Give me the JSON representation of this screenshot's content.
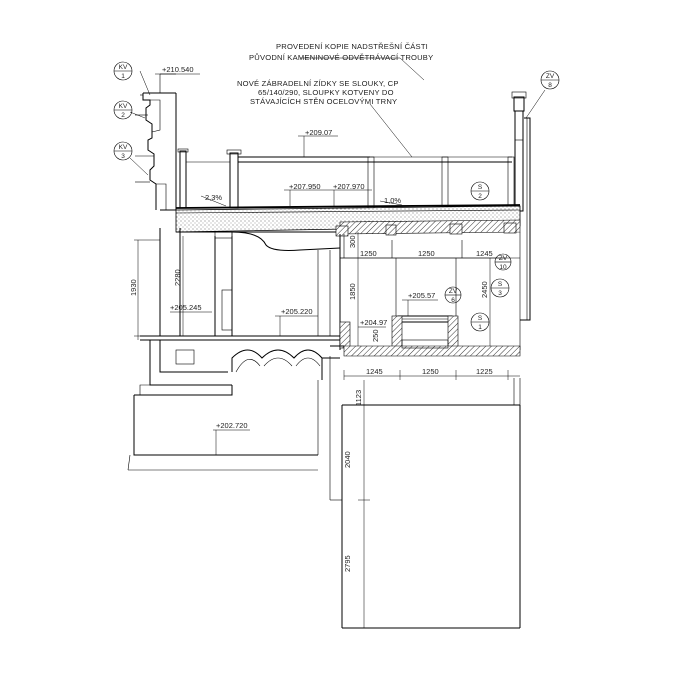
{
  "notes": {
    "line1": "PROVEDENÍ KOPIE NADSTŘEŠNÍ ČÁSTI",
    "line2": "PŮVODNÍ KAMENINOVÉ ODVĚTRÁVACÍ TROUBY",
    "line3": "NOVÉ ZÁBRADELNÍ ZÍDKY SE SLOUKY, CP",
    "line4": "65/140/290, SLOUPKY KOTVENY DO",
    "line5": "STÁVAJÍCÍCH STĚN OCELOVÝMI TRNY"
  },
  "levels": {
    "l210540": "+210.540",
    "l20907": "+209.07",
    "l207950": "+207.950",
    "l207970": "+207.970",
    "l205245": "+205.245",
    "l205220": "+205.220",
    "l20557": "+205.57",
    "l20497": "+204.97",
    "l202720": "+202.720"
  },
  "slopes": {
    "left": "2,3%",
    "right": "1,0%"
  },
  "dims": {
    "d1250a": "1250",
    "d1250b": "1250",
    "d1245top": "1245",
    "d1245": "1245",
    "d1250c": "1250",
    "d1225": "1225",
    "d300": "300",
    "d1850": "1850",
    "d2450": "2450",
    "d250": "250",
    "d1930": "1930",
    "d2280": "2280",
    "d1123": "1123",
    "d2040": "2040",
    "d2795": "2795"
  },
  "tags": {
    "kv1": {
      "top": "KV",
      "bottom": "1"
    },
    "kv2": {
      "top": "KV",
      "bottom": "2"
    },
    "kv3": {
      "top": "KV",
      "bottom": "3"
    },
    "zv8": {
      "top": "ZV",
      "bottom": "8"
    },
    "s2": {
      "top": "S",
      "bottom": "2"
    },
    "zv10": {
      "top": "ZV",
      "bottom": "10"
    },
    "s3": {
      "top": "S",
      "bottom": "3"
    },
    "zv6": {
      "top": "ZV",
      "bottom": "6"
    },
    "s1": {
      "top": "S",
      "bottom": "1"
    }
  }
}
